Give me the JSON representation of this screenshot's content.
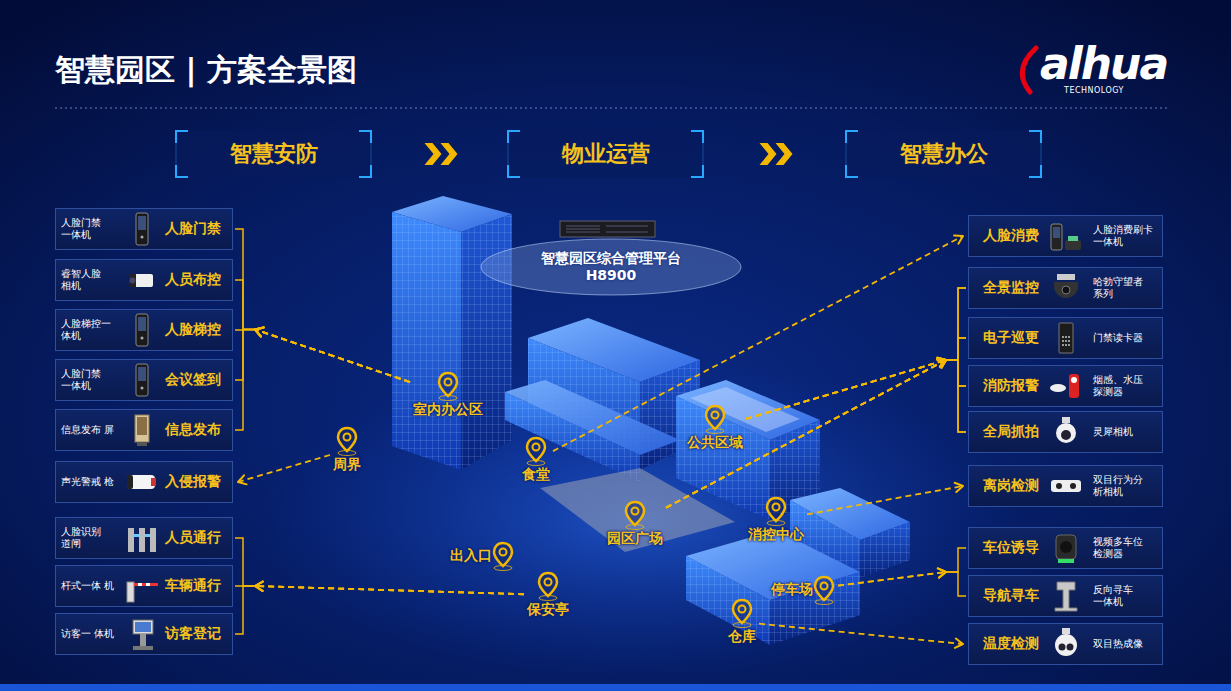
{
  "diagram": {
    "title": "智慧园区 | 方案全景图",
    "nodes": [
      {
        "text": [
          "智慧安防"
        ]
      },
      {
        "text": [
          "物业运营"
        ]
      },
      {
        "text": [
          "智慧办公"
        ]
      },
      {
        "text": [
          "智慧园区综合管理平台",
          "H8900"
        ]
      },
      {
        "text": [
          "人脸门禁 一体机",
          "人脸门禁"
        ]
      },
      {
        "text": [
          "睿智人脸 相机",
          "人员布控"
        ]
      },
      {
        "text": [
          "人脸梯控一 体机",
          "人脸梯控"
        ]
      },
      {
        "text": [
          "人脸门禁 一体机",
          "会议签到"
        ]
      },
      {
        "text": [
          "信息发布 屏",
          "信息发布"
        ]
      },
      {
        "text": [
          "声光警戒 枪",
          "入侵报警"
        ]
      },
      {
        "text": [
          "人脸识别 道闸",
          "人员通行"
        ]
      },
      {
        "text": [
          "杆式一体 机",
          "车辆通行"
        ]
      },
      {
        "text": [
          "访客一 体机",
          "访客登记"
        ]
      },
      {
        "text": [
          "室内办公区"
        ]
      },
      {
        "text": [
          "周界"
        ]
      },
      {
        "text": [
          "食堂"
        ]
      },
      {
        "text": [
          "公共区域"
        ]
      },
      {
        "text": [
          "园区广场"
        ]
      },
      {
        "text": [
          "消控中心"
        ]
      },
      {
        "text": [
          "出入口"
        ]
      },
      {
        "text": [
          "保安亭"
        ]
      },
      {
        "text": [
          "停车场"
        ]
      },
      {
        "text": [
          "仓库"
        ]
      },
      {
        "text": [
          "人脸消费",
          "人脸消费刷卡 一体机"
        ]
      },
      {
        "text": [
          "全景监控",
          "哈勃守望者 系列"
        ]
      },
      {
        "text": [
          "电子巡更",
          "门禁读卡器"
        ]
      },
      {
        "text": [
          "消防报警",
          "烟感、水压 探测器"
        ]
      },
      {
        "text": [
          "全局抓拍",
          "灵犀相机"
        ]
      },
      {
        "text": [
          "离岗检测",
          "双目行为分 析相机"
        ]
      },
      {
        "text": [
          "车位诱导",
          "视频多车位 检测器"
        ]
      },
      {
        "text": [
          "导航寻车",
          "反向寻车 一体机"
        ]
      },
      {
        "text": [
          "温度检测",
          "双目热成像"
        ]
      }
    ],
    "edges": [
      {
        "from": 0,
        "to": 1,
        "arrow": "to"
      },
      {
        "from": 1,
        "to": 2,
        "arrow": "to"
      },
      {
        "from": 13,
        "to": 4,
        "arrow": "to"
      },
      {
        "from": 13,
        "to": 5,
        "arrow": "to"
      },
      {
        "from": 13,
        "to": 6,
        "arrow": "to"
      },
      {
        "from": 13,
        "to": 7,
        "arrow": "to"
      },
      {
        "from": 13,
        "to": 8,
        "arrow": "to"
      },
      {
        "from": 14,
        "to": 9,
        "arrow": "to"
      },
      {
        "from": 20,
        "to": 10,
        "arrow": "to"
      },
      {
        "from": 20,
        "to": 11,
        "arrow": "to"
      },
      {
        "from": 20,
        "to": 12,
        "arrow": "to"
      },
      {
        "from": 15,
        "to": 23,
        "arrow": "to"
      },
      {
        "from": 16,
        "to": 24,
        "arrow": "to"
      },
      {
        "from": 16,
        "to": 25,
        "arrow": "to"
      },
      {
        "from": 16,
        "to": 26,
        "arrow": "to"
      },
      {
        "from": 16,
        "to": 27,
        "arrow": "to"
      },
      {
        "from": 17,
        "to": 24,
        "arrow": "to"
      },
      {
        "from": 17,
        "to": 25,
        "arrow": "to"
      },
      {
        "from": 17,
        "to": 26,
        "arrow": "to"
      },
      {
        "from": 17,
        "to": 27,
        "arrow": "to"
      },
      {
        "from": 18,
        "to": 28,
        "arrow": "to"
      },
      {
        "from": 21,
        "to": 29,
        "arrow": "to"
      },
      {
        "from": 21,
        "to": 30,
        "arrow": "to"
      },
      {
        "from": 22,
        "to": 31,
        "arrow": "to"
      }
    ],
    "labels": [
      "alhua",
      "TECHNOLOGY"
    ]
  }
}
